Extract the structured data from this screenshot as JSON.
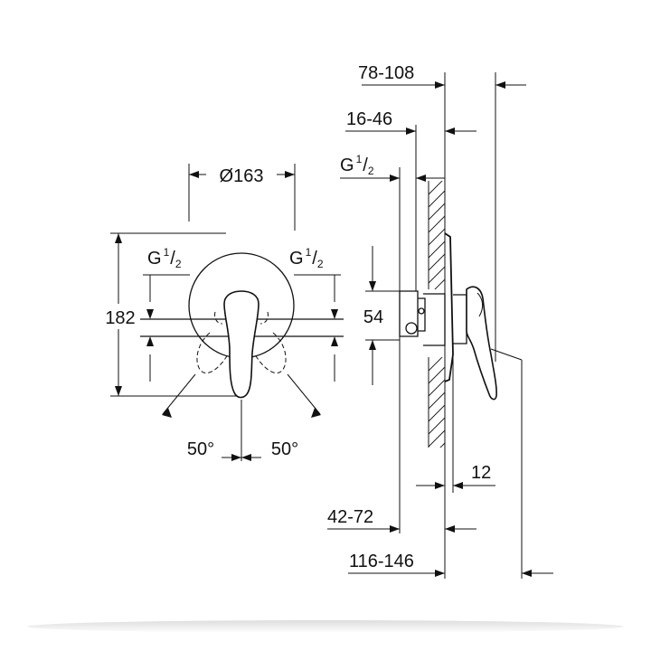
{
  "front_view": {
    "diameter": "Ø163",
    "height": "182",
    "thread_left": {
      "base": "G",
      "num": "1",
      "den": "2"
    },
    "thread_right": {
      "base": "G",
      "num": "1",
      "den": "2"
    },
    "angle_left": "50°",
    "angle_right": "50°"
  },
  "side_view": {
    "dim_top": "78-108",
    "dim_second": "16-46",
    "thread": {
      "base": "G",
      "num": "1",
      "den": "2"
    },
    "dim_height": "54",
    "dim_plate": "12",
    "dim_bottom_1": "42-72",
    "dim_bottom_2": "116-146"
  }
}
